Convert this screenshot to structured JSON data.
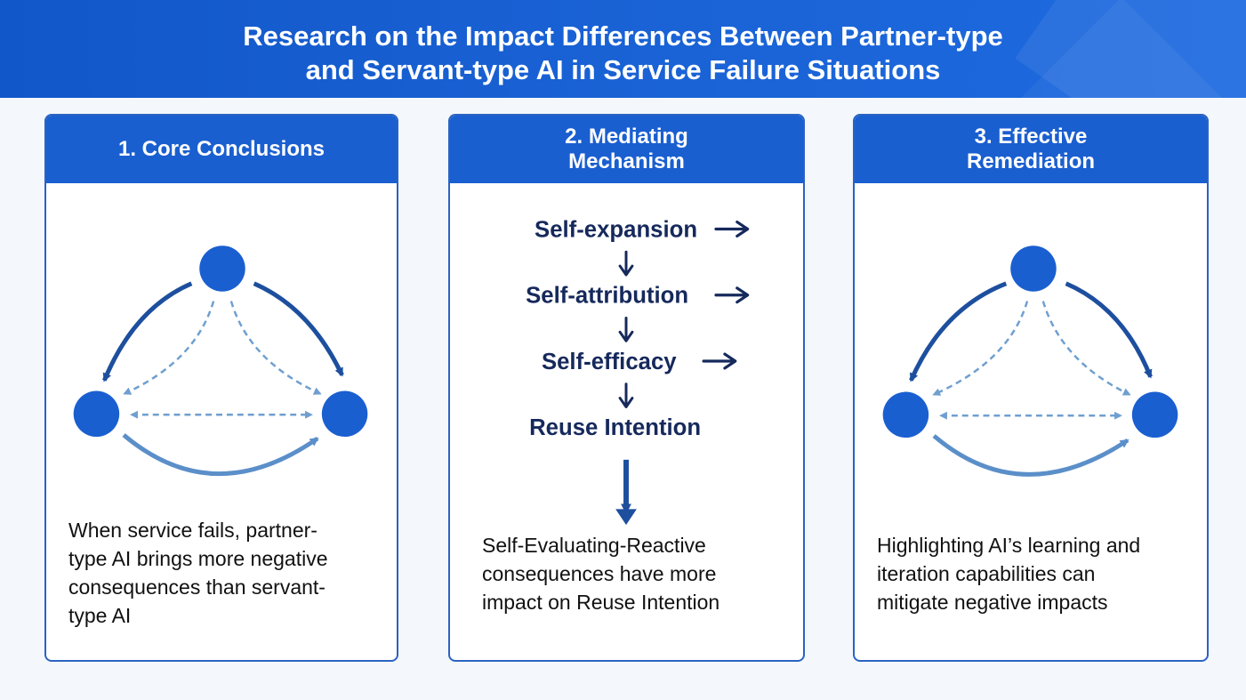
{
  "title": {
    "line1": "Research on the Impact Differences Between Partner-type",
    "line2": "and Servant-type AI in Service Failure Situations"
  },
  "panels": [
    {
      "heading": [
        "1. Core Conclusions"
      ],
      "description": [
        "When service fails, partner-",
        "type AI brings more negative",
        "consequences than servant-",
        "type AI"
      ]
    },
    {
      "heading": [
        "2. Mediating",
        "Mechanism"
      ],
      "steps": [
        "Self-expansion",
        "Self-attribution",
        "Self-efficacy",
        "Reuse Intention"
      ],
      "description": [
        "Self-Evaluating-Reactive",
        "consequences have more",
        "impact on Reuse Intention"
      ]
    },
    {
      "heading": [
        "3. Effective",
        "Remediation"
      ],
      "description": [
        "Highlighting AI’s learning and",
        "iteration capabilities can",
        "mitigate negative impacts"
      ]
    }
  ],
  "colors": {
    "header": "#1a5fd0",
    "node": "#1a5fd0",
    "solid_arrow": "#1d4f9e",
    "light_arrow": "#5b8fc9",
    "dashed": "#6f9fcf",
    "text_dark": "#16295c"
  }
}
